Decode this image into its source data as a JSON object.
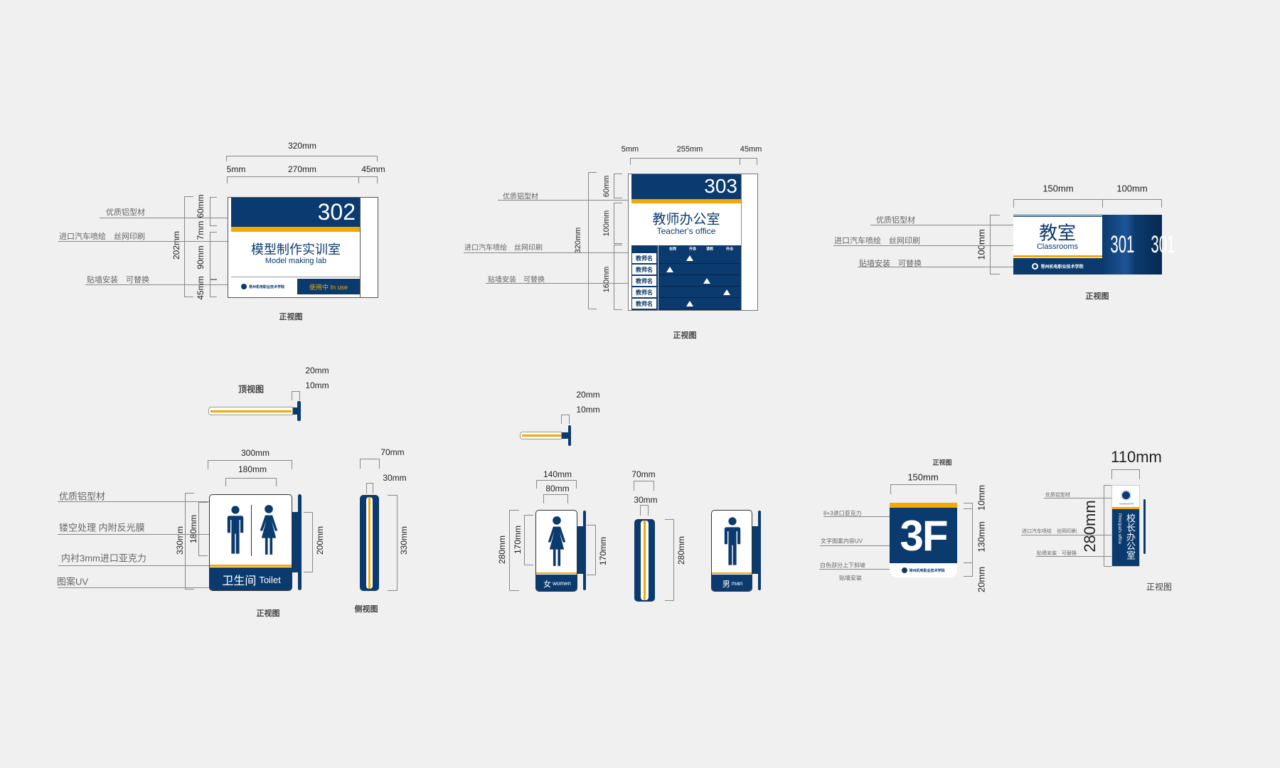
{
  "colors": {
    "navy": "#0b3a6e",
    "yellow": "#f5a800",
    "white": "#ffffff",
    "background": "#f0f0f0"
  },
  "school_name": "常州机电职业技术学院",
  "view_labels": {
    "front": "正视图",
    "top": "顶视图",
    "side": "侧视图"
  },
  "sign_302": {
    "dims": {
      "total_width": "320mm",
      "left": "5mm",
      "middle": "270mm",
      "right": "45mm",
      "height": "202mm",
      "h1": "60mm",
      "h2": "7mm",
      "h3": "90mm",
      "h4": "45mm"
    },
    "annotations": [
      "优质铝型材",
      "进口汽车喷绘　丝网印刷",
      "贴墙安装　可替换"
    ],
    "room_number": "302",
    "name_cn": "模型制作实训室",
    "name_en": "Model making lab",
    "status": "使用中 In use"
  },
  "sign_303": {
    "dims": {
      "left": "5mm",
      "middle": "255mm",
      "right": "45mm",
      "height": "320mm",
      "h1": "60mm",
      "h2": "100mm",
      "h3": "160mm"
    },
    "annotations": [
      "优质铝型材",
      "进口汽车喷绘　丝网印刷",
      "贴墙安装　可替换"
    ],
    "room_number": "303",
    "name_cn": "教师办公室",
    "name_en": "Teacher's office",
    "table_headers": [
      "在岗",
      "开会",
      "请假",
      "外出"
    ],
    "rows": [
      {
        "name": "教师名",
        "status": 1
      },
      {
        "name": "教师名",
        "status": 0
      },
      {
        "name": "教师名",
        "status": 2
      },
      {
        "name": "教师名",
        "status": 3
      },
      {
        "name": "教师名",
        "status": 1
      }
    ]
  },
  "sign_301": {
    "dims": {
      "left_width": "150mm",
      "right_width": "100mm",
      "height": "100mm"
    },
    "annotations": [
      "优质铝型材",
      "进口汽车喷绘　丝网印刷",
      "贴墙安装　可替换"
    ],
    "name_cn": "教室",
    "name_en": "Classrooms",
    "room_number": "301"
  },
  "toilet": {
    "top_dims": {
      "a": "20mm",
      "b": "10mm"
    },
    "dims": {
      "width": "300mm",
      "inner": "180mm",
      "height": "330mm",
      "inner_height": "180mm",
      "bracket": "200mm",
      "side_width": "70mm",
      "side_inner": "30mm",
      "side_height": "330mm"
    },
    "annotations": [
      "优质铝型材",
      "镂空处理 内附反光膜",
      "内衬3mm进口亚克力",
      "图案UV"
    ],
    "label_cn": "卫生间",
    "label_en": "Toilet"
  },
  "gender": {
    "top_dims": {
      "a": "20mm",
      "b": "10mm"
    },
    "dims": {
      "width": "140mm",
      "inner": "80mm",
      "height": "280mm",
      "inner_height": "170mm",
      "bracket": "170mm",
      "side_width": "70mm",
      "side_inner": "30mm",
      "side_height": "280mm"
    },
    "women_cn": "女",
    "women_en": "women",
    "men_cn": "男",
    "men_en": "man"
  },
  "floor": {
    "dims": {
      "width": "150mm",
      "h1": "10mm",
      "h2": "130mm",
      "h3": "20mm"
    },
    "annotations": [
      "8+3进口亚克力",
      "文字图案内容UV",
      "白色部分上下斜坡",
      "贴墙安装"
    ],
    "text": "3F"
  },
  "principal": {
    "dims": {
      "width": "110mm",
      "height": "280mm"
    },
    "annotations": [
      "优质铝型材",
      "进口汽车喷绘　丝网印刷",
      "贴墙安装　可替换"
    ],
    "name_cn": "校长办公室",
    "name_en": "Principal's office"
  }
}
